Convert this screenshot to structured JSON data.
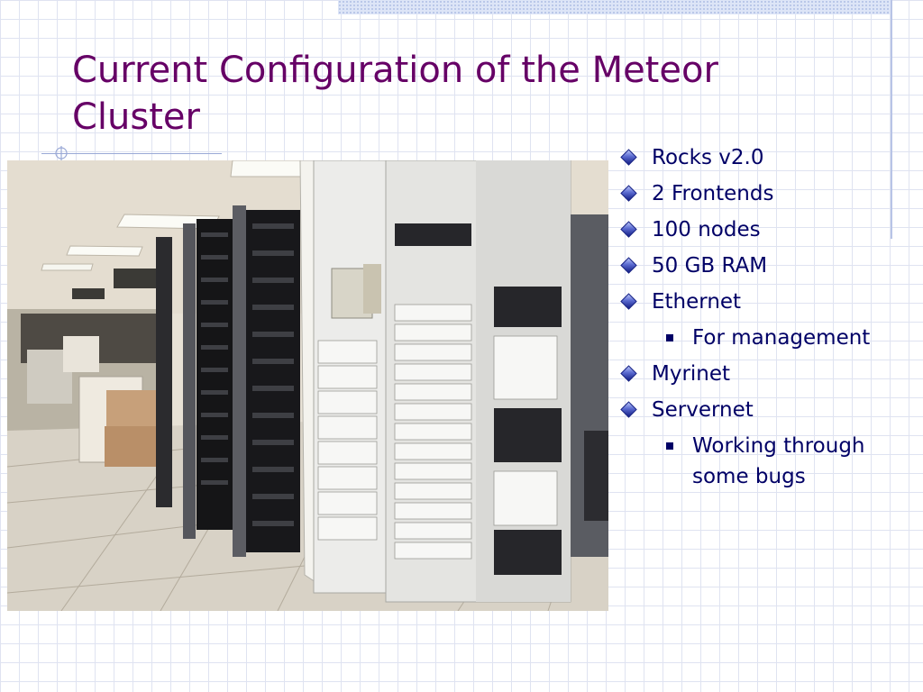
{
  "slide": {
    "title": "Current Configuration of the Meteor Cluster",
    "photo_alt": "server-racks-photo",
    "bullets": [
      {
        "level": 1,
        "text": "Rocks v2.0"
      },
      {
        "level": 1,
        "text": "2 Frontends"
      },
      {
        "level": 1,
        "text": "100 nodes"
      },
      {
        "level": 1,
        "text": "50 GB RAM"
      },
      {
        "level": 1,
        "text": "Ethernet"
      },
      {
        "level": 2,
        "text": "For management"
      },
      {
        "level": 1,
        "text": "Myrinet"
      },
      {
        "level": 1,
        "text": "Servernet"
      },
      {
        "level": 2,
        "text": "Working through some bugs"
      }
    ]
  },
  "colors": {
    "title": "#660066",
    "body_text": "#000066",
    "grid": "#dfe3f1"
  }
}
